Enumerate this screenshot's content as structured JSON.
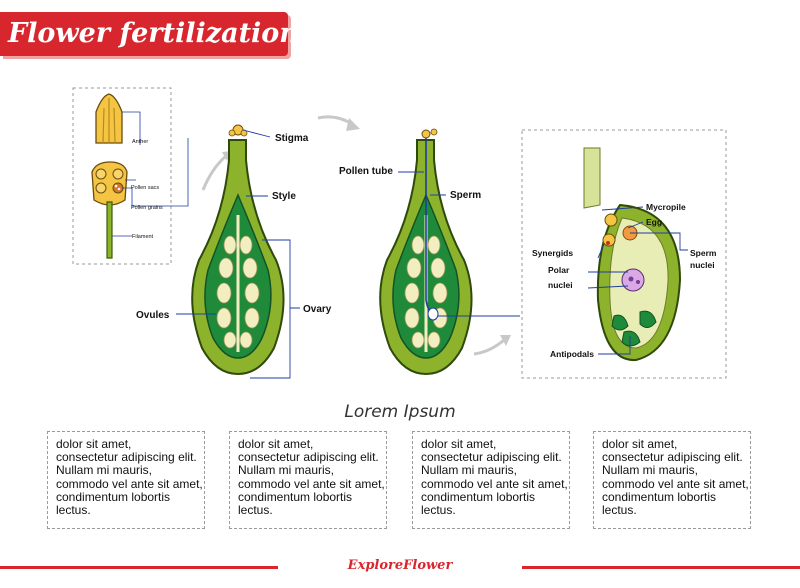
{
  "title": "Flower fertilization",
  "labels": {
    "anther": "Anther",
    "pollen_sacs": "Pollen sacs",
    "pollen_grains": "Pollen grains",
    "filament": "Filament",
    "stigma": "Stigma",
    "style": "Style",
    "ovules": "Ovules",
    "ovary": "Ovary",
    "pollen_tube": "Pollen tube",
    "sperm": "Sperm",
    "mycropile": "Mycropile",
    "egg": "Egg",
    "synergids": "Synergids",
    "sperm_nuclei_1": "Sperm",
    "sperm_nuclei_2": "nuclei",
    "polar_nuclei_1": "Polar",
    "polar_nuclei_2": "nuclei",
    "antipodals": "Antipodals"
  },
  "section_heading": "Lorem Ipsum",
  "text_boxes": [
    {
      "lines": [
        "dolor sit amet,",
        "consectetur adipiscing elit.",
        "Nullam mi mauris,",
        "commodo vel ante sit amet,",
        "condimentum lobortis lectus."
      ]
    },
    {
      "lines": [
        "dolor sit amet,",
        "consectetur adipiscing elit.",
        "Nullam mi mauris,",
        "commodo vel ante sit amet,",
        "condimentum lobortis lectus."
      ]
    },
    {
      "lines": [
        "dolor sit amet,",
        "consectetur adipiscing elit.",
        "Nullam mi mauris,",
        "commodo vel ante sit amet,",
        "condimentum lobortis lectus."
      ]
    },
    {
      "lines": [
        "dolor sit amet,",
        "consectetur adipiscing elit.",
        "Nullam mi mauris,",
        "commodo vel ante sit amet,",
        "condimentum lobortis lectus."
      ]
    }
  ],
  "footer": "ExploreFlower",
  "colors": {
    "accent_red": "#d7262d",
    "pistil_green": "#8db32c",
    "ovary_dark_green": "#1f8a3a",
    "ovule_cream": "#f3eec2",
    "anther_yellow": "#f4c542",
    "pointer_blue": "#1e3d9e"
  }
}
